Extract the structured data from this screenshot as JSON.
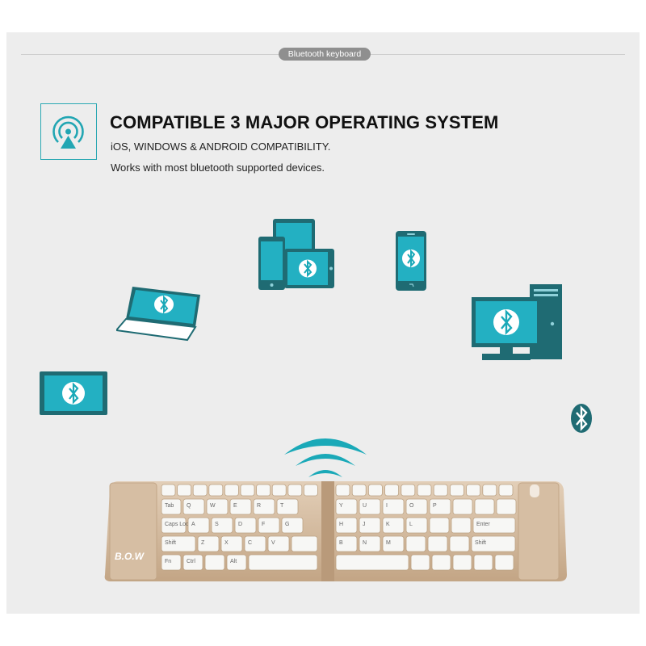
{
  "banner": {
    "tag": "Bluetooth keyboard",
    "headline": "COMPATIBLE 3 MAJOR OPERATING SYSTEM",
    "line1": "iOS, WINDOWS & ANDROID COMPATIBILITY.",
    "line2": "Works with most bluetooth supported devices."
  },
  "keyboard": {
    "brand": "B.O.W",
    "key_labels": {
      "tab": "Tab",
      "caps": "Caps Lock",
      "shift": "Shift",
      "enter": "Enter",
      "ctrl": "Ctrl",
      "alt": "Alt",
      "fn": "Fn"
    },
    "row1": [
      "Q",
      "W",
      "E",
      "R",
      "T"
    ],
    "row1_right": [
      "Y",
      "U",
      "I",
      "O",
      "P"
    ],
    "row2": [
      "A",
      "S",
      "D",
      "F",
      "G"
    ],
    "row2_right": [
      "H",
      "J",
      "K",
      "L"
    ],
    "row3": [
      "Z",
      "X",
      "C",
      "V"
    ],
    "row3_right": [
      "B",
      "N",
      "M"
    ]
  },
  "colors": {
    "accent_teal": "#1aa9b8",
    "device_dark": "#1f6b73",
    "keyboard_gold": "#d2b89c",
    "key_white": "#f7f7f5"
  }
}
